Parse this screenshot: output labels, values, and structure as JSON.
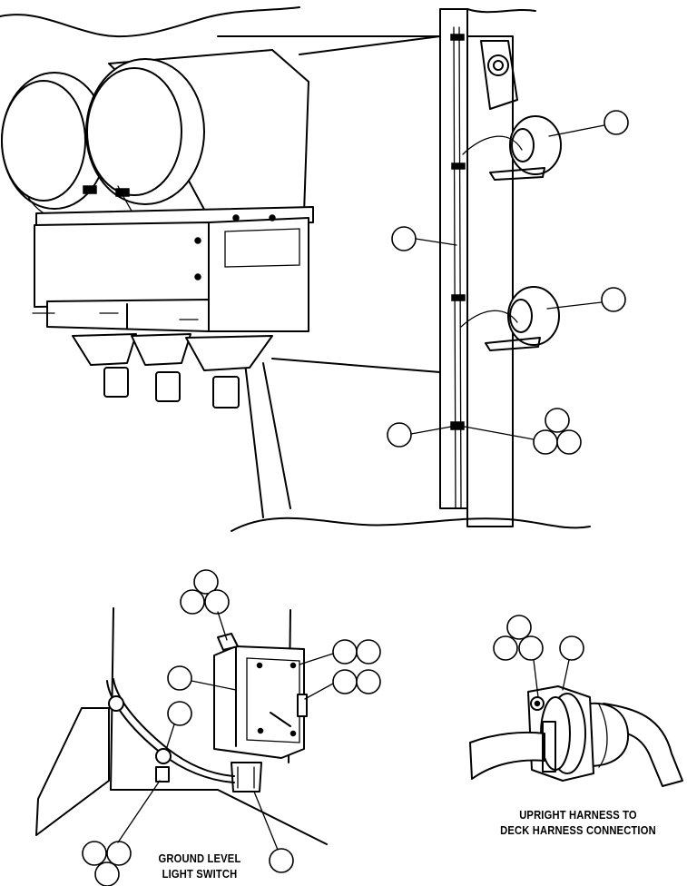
{
  "captions": {
    "ground_switch": [
      "GROUND LEVEL",
      "LIGHT SWITCH"
    ],
    "harness_connection": [
      "UPRIGHT HARNESS TO",
      "DECK HARNESS CONNECTION"
    ]
  }
}
